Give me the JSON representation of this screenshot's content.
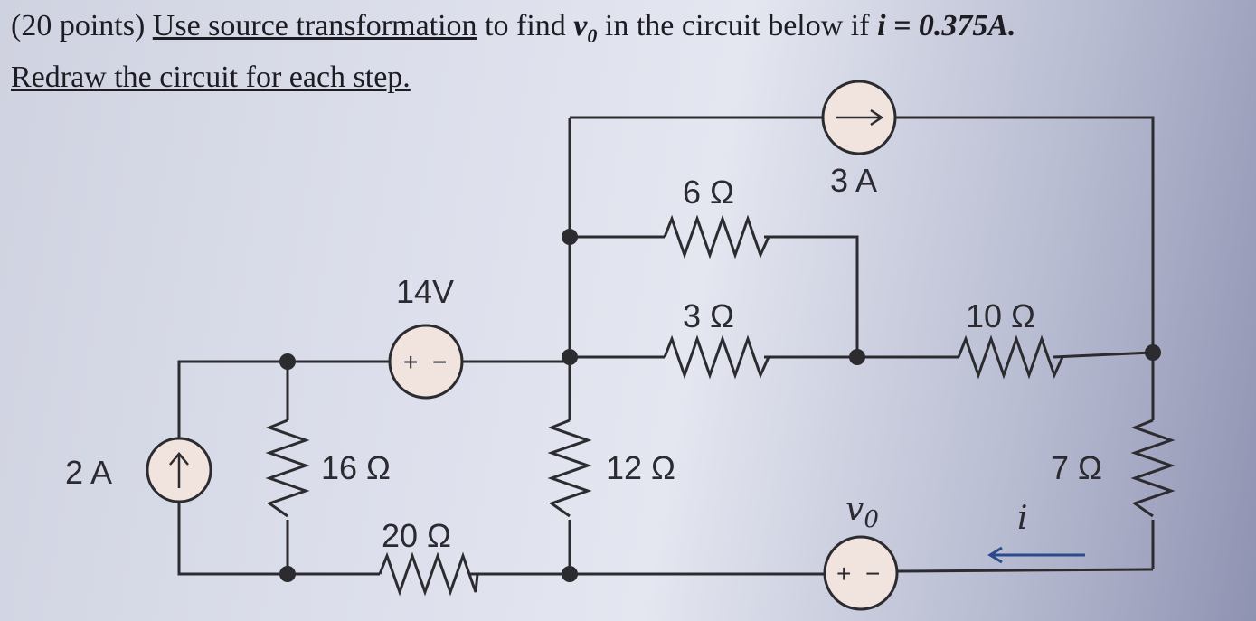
{
  "problem": {
    "points": "(20 points)",
    "instruction_link": "Use source transformation",
    "text_middle": " to find ",
    "target_var": "v",
    "target_sub": "0",
    "text_after": " in the circuit below if ",
    "condition": "i = 0.375A.",
    "redraw_line": "Redraw the circuit for each step."
  },
  "circuit": {
    "labels": {
      "cur_source_left": "2 A",
      "cur_source_top": "3 A",
      "volt_source_14": "14V",
      "r6": "6 Ω",
      "r3": "3 Ω",
      "r10": "10 Ω",
      "r16": "16 Ω",
      "r12": "12 Ω",
      "r7": "7 Ω",
      "r20": "20 Ω",
      "vo": "v",
      "vo_sub": "0",
      "i": "i"
    },
    "signs": {
      "plus": "+",
      "minus": "−"
    },
    "colors": {
      "wire": "#2b2b30",
      "source_fill": "#f1e3de"
    }
  }
}
